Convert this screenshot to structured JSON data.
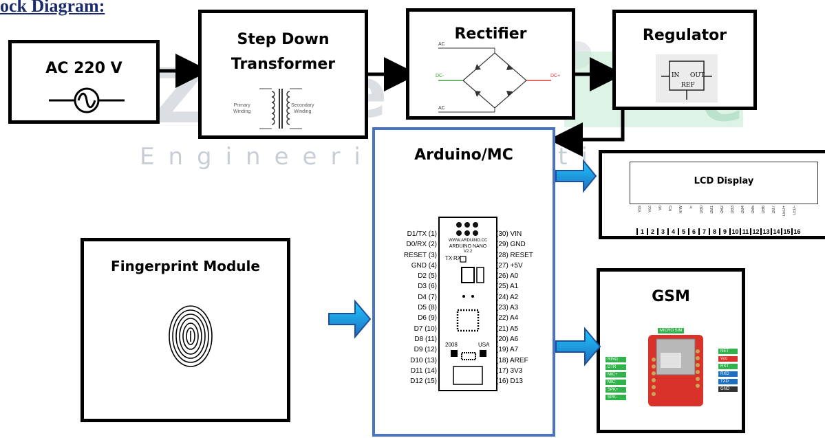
{
  "heading": "ock Diagram:",
  "watermark": {
    "word": "Engineering Solutions"
  },
  "blocks": {
    "ac": {
      "label": "AC 220 V"
    },
    "transformer": {
      "label_line1": "Step Down",
      "label_line2": "Transformer",
      "primary": "Primary\nWinding",
      "secondary": "Secondary\nWinding"
    },
    "rectifier": {
      "label": "Rectifier",
      "ac_top": "AC",
      "ac_bottom": "AC",
      "dc_minus": "DC-",
      "dc_plus": "DC+"
    },
    "regulator": {
      "label": "Regulator",
      "in": "IN",
      "out": "OUT",
      "ref": "REF"
    },
    "arduino": {
      "label": "Arduino/MC",
      "board_url": "WWW.ARDUINO.CC",
      "board_name": "ARDUINO NANO",
      "board_ver": "V2.2",
      "year": "2008",
      "country": "USA",
      "tx": "TX",
      "rx": "RX",
      "left_pins": [
        "D1/TX  (1)",
        "D0/RX  (2)",
        "RESET  (3)",
        "GND  (4)",
        "D2  (5)",
        "D3  (6)",
        "D4  (7)",
        "D5  (8)",
        "D6  (9)",
        "D7 (10)",
        "D8 (11)",
        "D9 (12)",
        "D10 (13)",
        "D11 (14)",
        "D12 (15)"
      ],
      "right_pins": [
        "(30) VIN",
        "(29) GND",
        "(28) RESET",
        "(27) +5V",
        "(26) A0",
        "(25) A1",
        "(24) A2",
        "(23) A3",
        "(22) A4",
        "(21) A5",
        "(20) A6",
        "(19) A7",
        "(18) AREF",
        "(17) 3V3",
        "(16) D13"
      ]
    },
    "lcd": {
      "label": "LCD Display",
      "pin_names": [
        "Vss",
        "Vcc",
        "Vo",
        "RS",
        "R/W",
        "E",
        "DB0",
        "DB1",
        "DB2",
        "DB3",
        "DB4",
        "DB5",
        "DB6",
        "DB7",
        "LED+",
        "LED-"
      ],
      "pin_numbers": [
        "1",
        "2",
        "3",
        "4",
        "5",
        "6",
        "7",
        "8",
        "9",
        "10",
        "11",
        "12",
        "13",
        "14",
        "15",
        "16"
      ]
    },
    "fingerprint": {
      "label": "Fingerprint Module"
    },
    "gsm": {
      "label": "GSM",
      "sim": "MICRO SIM",
      "left_pins": [
        "RING",
        "DTR",
        "MIC+",
        "MIC-",
        "SPK+",
        "SPK-"
      ],
      "right_pins": [
        "NET",
        "Vcc",
        "RST",
        "RXD",
        "TXD",
        "GND"
      ]
    }
  },
  "colors": {
    "arrow_blue": "#1f6fc0",
    "arrow_cyan": "#1ec8ff",
    "arduino_border": "#4a73c4",
    "gsm_board": "#d8322a"
  }
}
